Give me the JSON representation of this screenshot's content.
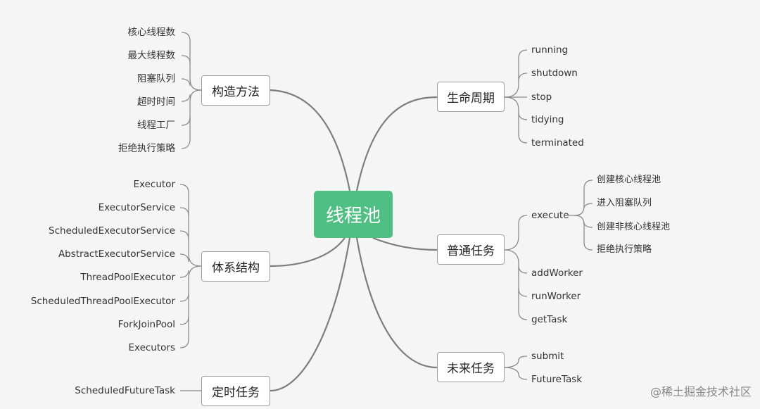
{
  "root": {
    "label": "线程池"
  },
  "constructor": {
    "label": "构造方法",
    "items": [
      "核心线程数",
      "最大线程数",
      "阻塞队列",
      "超时时间",
      "线程工厂",
      "拒绝执行策略"
    ]
  },
  "hierarchy": {
    "label": "体系结构",
    "items": [
      "Executor",
      "ExecutorService",
      "ScheduledExecutorService",
      "AbstractExecutorService",
      "ThreadPoolExecutor",
      "ScheduledThreadPoolExecutor",
      "ForkJoinPool",
      "Executors"
    ]
  },
  "scheduled": {
    "label": "定时任务",
    "items": [
      "ScheduledFutureTask"
    ]
  },
  "lifecycle": {
    "label": "生命周期",
    "items": [
      "running",
      "shutdown",
      "stop",
      "tidying",
      "terminated"
    ]
  },
  "normal_task": {
    "label": "普通任务",
    "execute": {
      "label": "execute",
      "items": [
        "创建核心线程池",
        "进入阻塞队列",
        "创建非核心线程池",
        "拒绝执行策略"
      ]
    },
    "items": [
      "addWorker",
      "runWorker",
      "getTask"
    ]
  },
  "future_task": {
    "label": "未来任务",
    "items": [
      "submit",
      "FutureTask"
    ]
  },
  "watermark": "@稀土掘金技术社区",
  "colors": {
    "root_fill": "#4fbf83",
    "line": "#8a8a8a",
    "background": "#f5f5f5"
  }
}
